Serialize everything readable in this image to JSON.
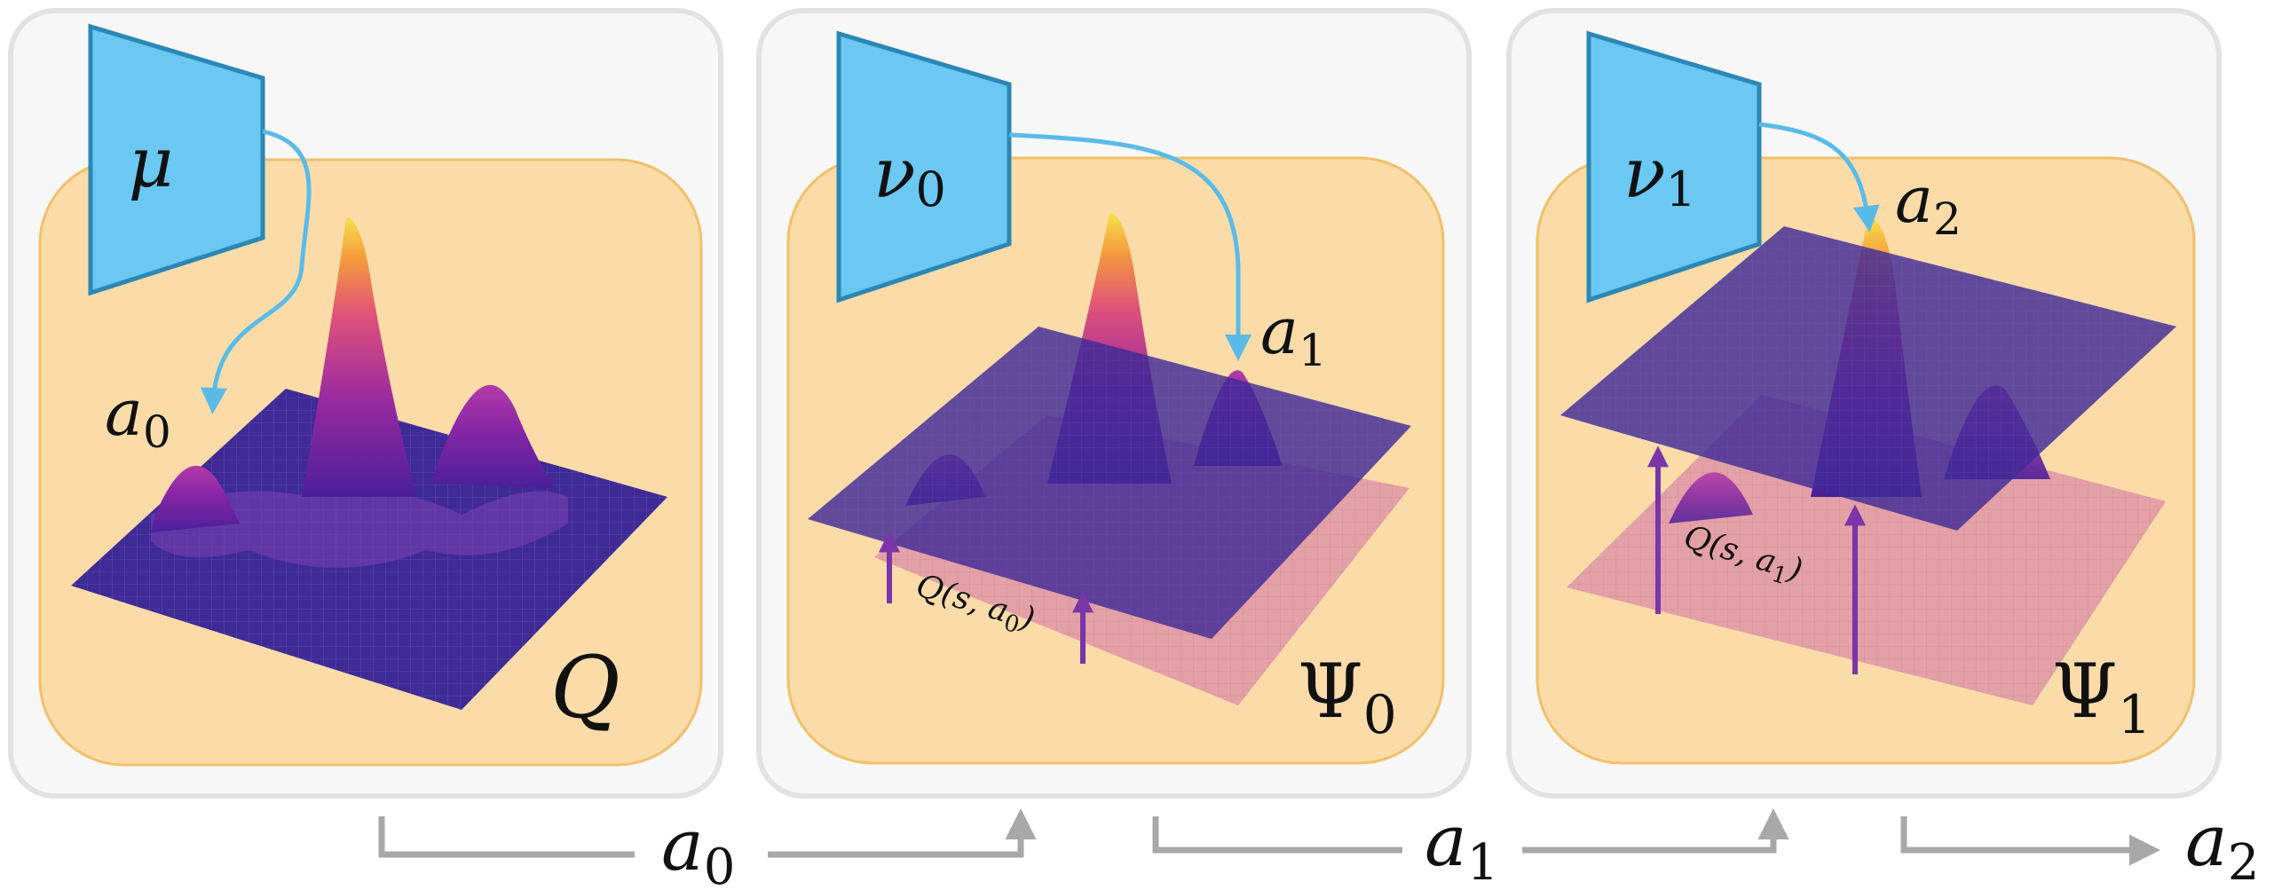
{
  "panels": [
    {
      "network_label": "μ",
      "network_sub": "",
      "output_label": "a",
      "output_sub": "0",
      "surface_label": "Q",
      "surface_sub": "",
      "q_label": ""
    },
    {
      "network_label": "ν",
      "network_sub": "0",
      "output_label": "a",
      "output_sub": "1",
      "surface_label": "Ψ",
      "surface_sub": "0",
      "q_label": "Q(s, a",
      "q_sub": "0",
      "q_close": ")"
    },
    {
      "network_label": "ν",
      "network_sub": "1",
      "output_label": "a",
      "output_sub": "2",
      "surface_label": "Ψ",
      "surface_sub": "1",
      "q_label": "Q(s, a",
      "q_sub": "1",
      "q_close": ")"
    }
  ],
  "flow": [
    {
      "label": "a",
      "sub": "0"
    },
    {
      "label": "a",
      "sub": "1"
    },
    {
      "label": "a",
      "sub": "2"
    }
  ],
  "colors": {
    "panel_bg": "#f7f7f7",
    "panel_border": "#e2e2e2",
    "inner_bg": "#fbdca9",
    "inner_border": "#f2c06a",
    "network_fill": "#6ac8f2",
    "network_stroke": "#2b87b5",
    "arrow_blue": "#5bbbe8",
    "plane": "#3f2a96",
    "q_plane": "#e3a0a6",
    "q_arrow": "#7a35a8",
    "flow_arrow": "#a8a8a8"
  }
}
